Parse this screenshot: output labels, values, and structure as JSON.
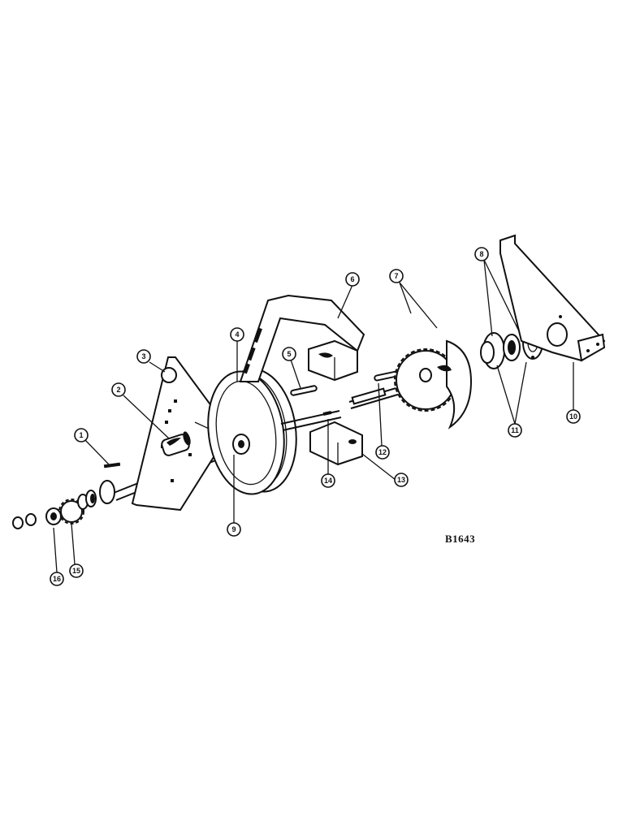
{
  "drawing_code": "B1643",
  "callouts": [
    "1",
    "2",
    "3",
    "4",
    "5",
    "6",
    "7",
    "8",
    "9",
    "10",
    "11",
    "12",
    "13",
    "14",
    "15",
    "16"
  ]
}
